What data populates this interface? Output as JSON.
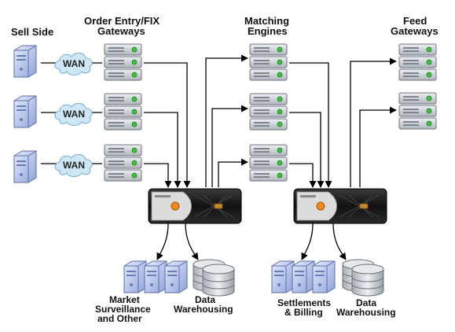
{
  "headers": {
    "sell_side": "Sell Side",
    "gateways_line1": "Order Entry/FIX",
    "gateways_line2": "Gateways",
    "matching_line1": "Matching",
    "matching_line2": "Engines",
    "feed_line1": "Feed",
    "feed_line2": "Gateways"
  },
  "wan_label": "WAN",
  "footers": {
    "market_line1": "Market",
    "market_line2": "Surveillance",
    "market_line3": "and Other",
    "dw1_line1": "Data",
    "dw1_line2": "Warehousing",
    "settle_line1": "Settlements",
    "settle_line2": "& Billing",
    "dw2_line1": "Data",
    "dw2_line2": "Warehousing"
  },
  "colors": {
    "server_body": "#c9ced3",
    "server_light": "#3fbf3f",
    "cloud": "#cfe6f5",
    "workstation": "#b9c8ee",
    "arrow": "#000000"
  }
}
